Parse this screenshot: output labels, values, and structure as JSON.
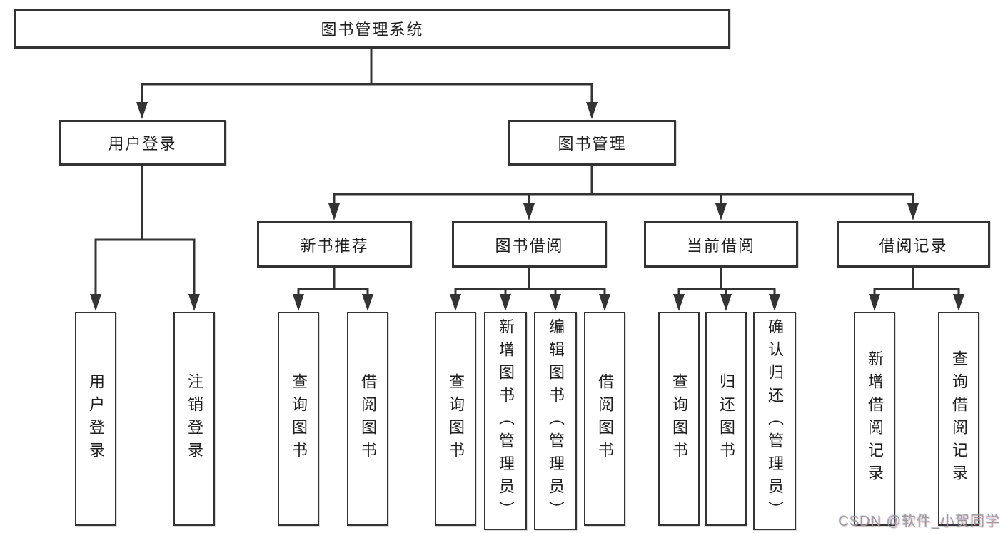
{
  "diagram": {
    "type": "hierarchy-tree",
    "colors": {
      "background": "#ffffff",
      "line": "#333333",
      "box_border": "#333333",
      "text": "#1f1f1f",
      "watermark": "#9c9c9c"
    },
    "root": {
      "label": "图书管理系统"
    },
    "branches": [
      {
        "label": "用户登录",
        "children": [
          {
            "label": "用户登录"
          },
          {
            "label": "注销登录"
          }
        ]
      },
      {
        "label": "图书管理",
        "children": [
          {
            "label": "新书推荐",
            "children": [
              {
                "label": "查询图书"
              },
              {
                "label": "借阅图书"
              }
            ]
          },
          {
            "label": "图书借阅",
            "children": [
              {
                "label": "查询图书"
              },
              {
                "label": "新增图书（管理员）"
              },
              {
                "label": "编辑图书（管理员）"
              },
              {
                "label": "借阅图书"
              }
            ]
          },
          {
            "label": "当前借阅",
            "children": [
              {
                "label": "查询图书"
              },
              {
                "label": "归还图书"
              },
              {
                "label": "确认归还（管理员）"
              }
            ]
          },
          {
            "label": "借阅记录",
            "children": [
              {
                "label": "新增借阅记录"
              },
              {
                "label": "查询借阅记录"
              }
            ]
          }
        ]
      }
    ],
    "watermark": "CSDN @软件_小贺同学"
  }
}
